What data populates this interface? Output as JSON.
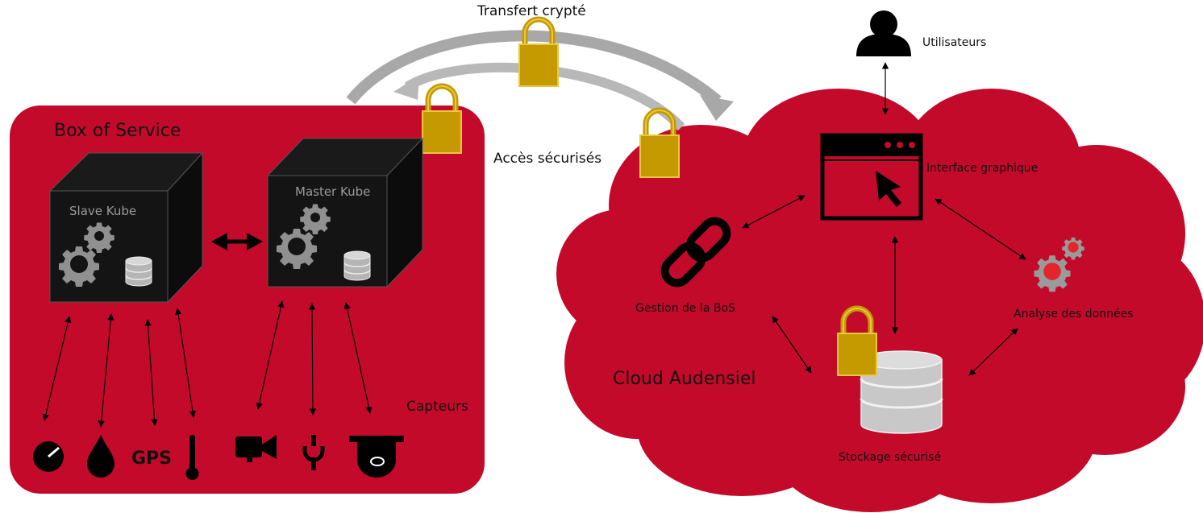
{
  "labels": {
    "transfer": "Transfert crypté",
    "secure_access": "Accès sécurisés",
    "users": "Utilisateurs",
    "box_title": "Box of Service",
    "slave": "Slave Kube",
    "master": "Master Kube",
    "sensors": "Capteurs",
    "gps": "GPS",
    "cloud_title": "Cloud Audensiel",
    "gui": "Interface graphique",
    "bos_mgmt": "Gestion de la BoS",
    "analysis": "Analyse des données",
    "storage": "Stockage sécurisé"
  },
  "colors": {
    "crimson": "#c30a2a",
    "cube": "#111111",
    "gold": "#c49a00",
    "gold_edge": "#e8c842",
    "gear": "#8c8c8c",
    "red_gear": "#e3262c",
    "arrow_gray": "#a8a8a8"
  },
  "icons": [
    "lock-icon",
    "user-icon",
    "gear-icon",
    "database-icon",
    "link-icon",
    "window-icon",
    "cursor-icon",
    "gauge-icon",
    "drop-icon",
    "thermometer-icon",
    "camera-icon",
    "antenna-icon",
    "dome-camera-icon"
  ]
}
